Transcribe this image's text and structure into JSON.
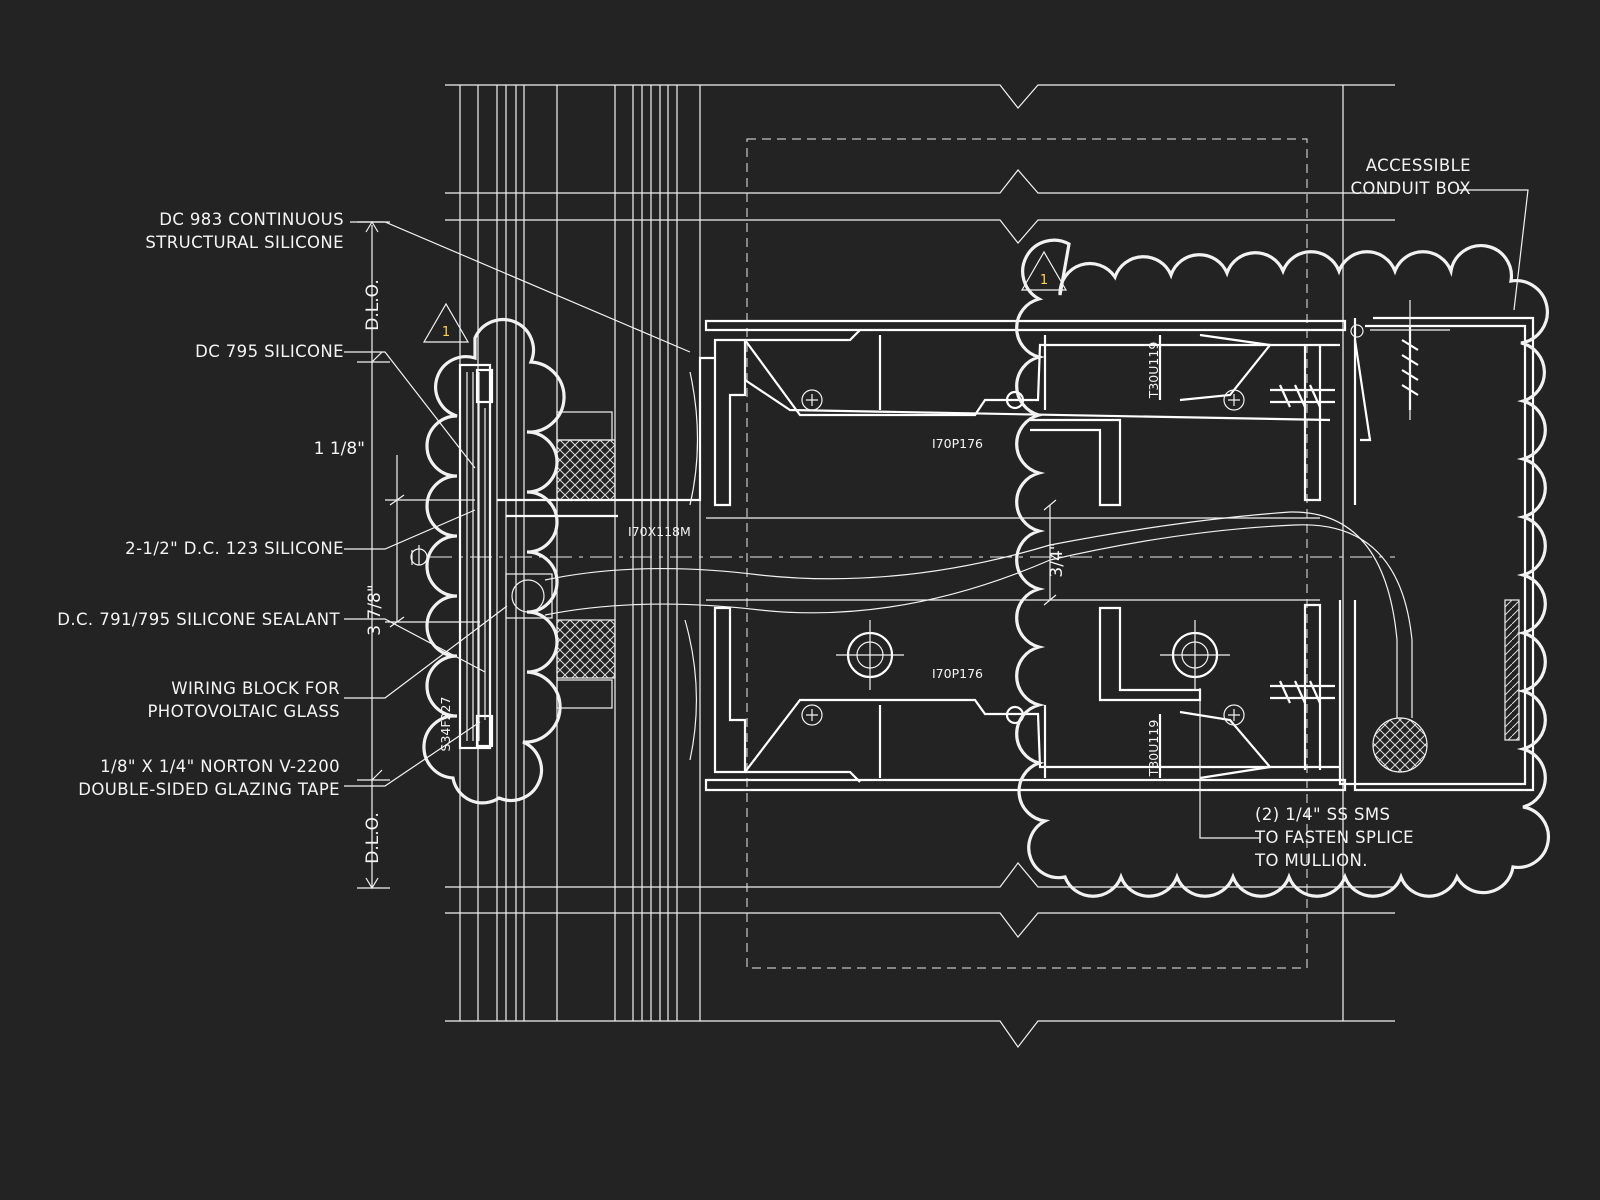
{
  "callouts": {
    "structural_silicone": [
      "DC 983 CONTINUOUS",
      "STRUCTURAL SILICONE"
    ],
    "dc795": "DC 795 SILICONE",
    "dc123": "2-1/2\" D.C. 123 SILICONE",
    "dc791": "D.C. 791/795 SILICONE SEALANT",
    "wiring_block": [
      "WIRING BLOCK FOR",
      "PHOTOVOLTAIC GLASS"
    ],
    "glazing_tape": [
      "1/8\" X 1/4\" NORTON V-2200",
      "DOUBLE-SIDED GLAZING TAPE"
    ],
    "conduit_box": [
      "ACCESSIBLE",
      "CONDUIT BOX"
    ],
    "fasten_splice": [
      "(2) 1/4\" SS SMS",
      "TO FASTEN SPLICE",
      "TO MULLION."
    ]
  },
  "dimensions": {
    "dlo_top": "D.L.O.",
    "dlo_bottom": "D.L.O.",
    "d1": "1 1/8\"",
    "d2": "3 7/8\"",
    "d3": "3/4\""
  },
  "part_numbers": {
    "mullion_top": "I70P176",
    "mullion_bottom": "I70P176",
    "cover": "I70X118M",
    "splice_top": "T30U119",
    "splice_bottom": "T30U119",
    "setting_block": "S34F227"
  },
  "revision_tags": [
    "1",
    "1"
  ],
  "colors": {
    "background": "#232323",
    "linework": "#f2f2f2",
    "revision_number": "#ffd24a"
  }
}
